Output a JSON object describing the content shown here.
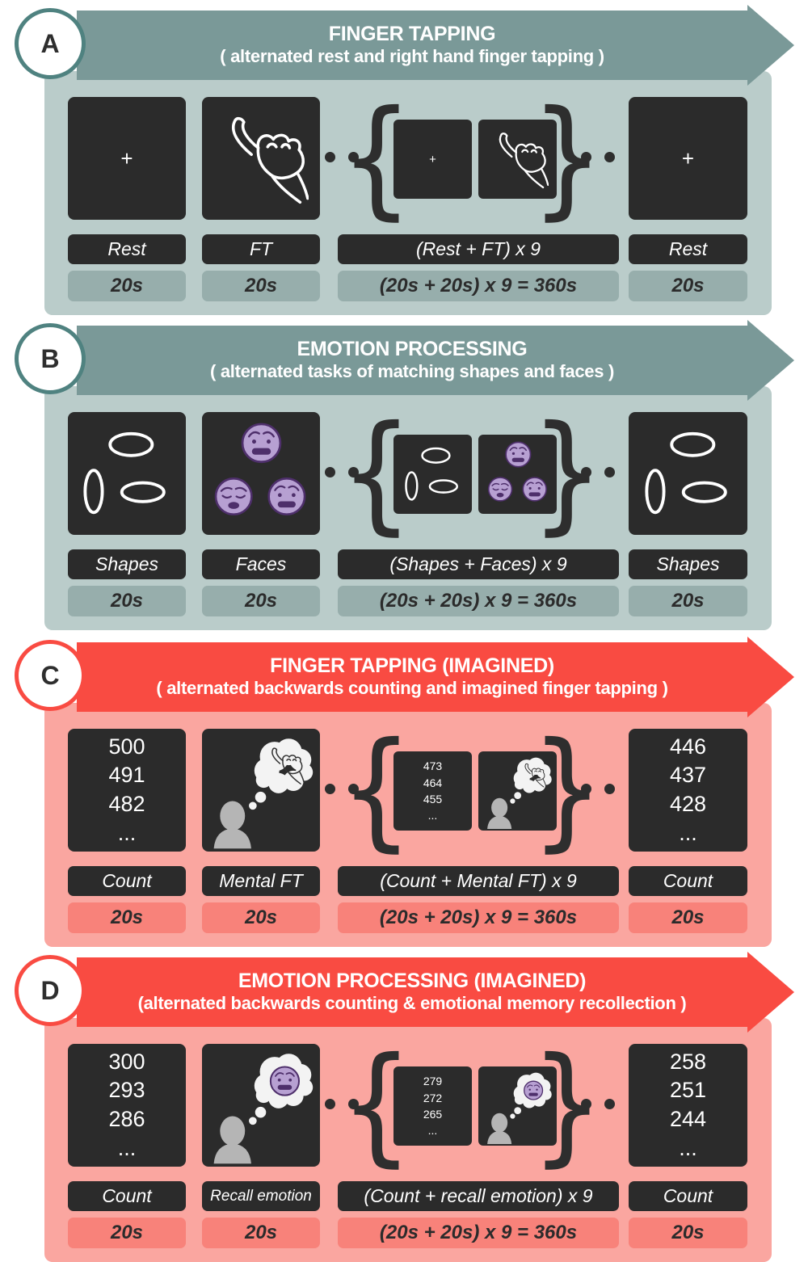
{
  "colors": {
    "teal_arrow": "#7a9998",
    "teal_ring": "#4f8280",
    "teal_panel_bg": "#baccca",
    "teal_time_bar": "#97aeac",
    "red_arrow": "#f94b42",
    "red_panel_bg": "#faa6a0",
    "red_time_bar": "#f8827a",
    "screen_dark": "#2b2b2b",
    "face_purple": "#b7a0d2",
    "face_purple_dark": "#4e2f6b",
    "person_gray": "#b5b5b5",
    "white": "#ffffff"
  },
  "icons": {
    "brace_open": "{",
    "brace_close": "}",
    "fixation_cross": "+"
  },
  "panels": [
    {
      "letter": "A",
      "title": "FINGER TAPPING",
      "subtitle": "( alternated rest and right hand finger tapping )",
      "fixation": "+",
      "labels": [
        "Rest",
        "FT",
        "(Rest + FT) x 9",
        "Rest"
      ],
      "times": [
        "20s",
        "20s",
        "(20s + 20s) x 9 = 360s",
        "20s"
      ]
    },
    {
      "letter": "B",
      "title": "EMOTION PROCESSING",
      "subtitle": "( alternated tasks of matching shapes and faces )",
      "labels": [
        "Shapes",
        "Faces",
        "(Shapes + Faces) x 9",
        "Shapes"
      ],
      "times": [
        "20s",
        "20s",
        "(20s + 20s) x 9 = 360s",
        "20s"
      ]
    },
    {
      "letter": "C",
      "title": "FINGER TAPPING (IMAGINED)",
      "subtitle": "( alternated backwards counting and imagined finger tapping )",
      "counts": {
        "left": "500\n491\n482\n...",
        "mid": "473\n464\n455\n...",
        "right": "446\n437\n428\n..."
      },
      "labels": [
        "Count",
        "Mental FT",
        "(Count + Mental FT) x 9",
        "Count"
      ],
      "times": [
        "20s",
        "20s",
        "(20s + 20s) x 9 = 360s",
        "20s"
      ]
    },
    {
      "letter": "D",
      "title": "EMOTION PROCESSING (IMAGINED)",
      "subtitle": "(alternated backwards counting & emotional memory recollection )",
      "counts": {
        "left": "300\n293\n286\n...",
        "mid": "279\n272\n265\n...",
        "right": "258\n251\n244\n..."
      },
      "labels": [
        "Count",
        "Recall emotion",
        "(Count + recall emotion) x 9",
        "Count"
      ],
      "times": [
        "20s",
        "20s",
        "(20s + 20s) x 9 = 360s",
        "20s"
      ]
    }
  ]
}
